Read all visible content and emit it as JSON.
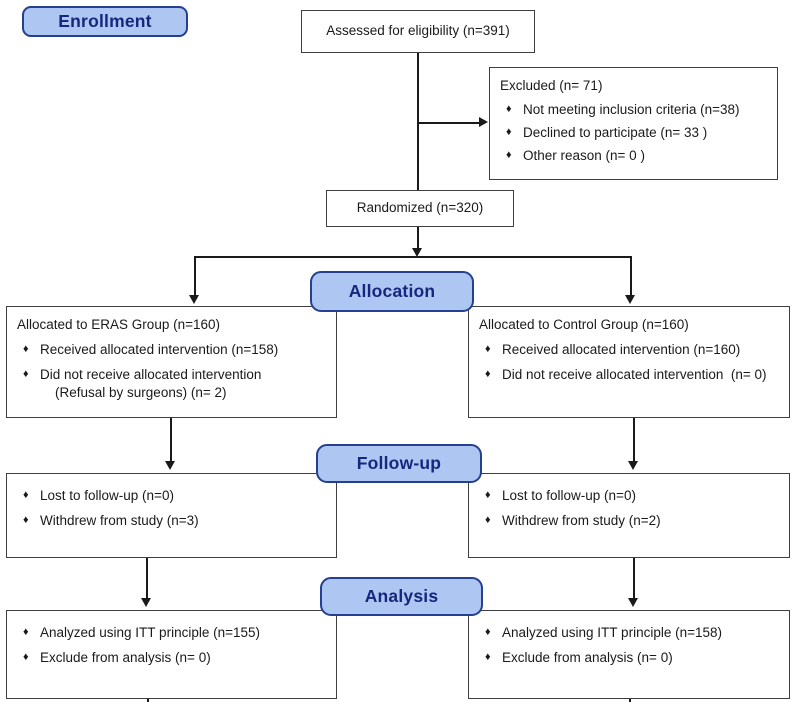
{
  "glyphs": {
    "bullet": "♦"
  },
  "colors": {
    "page-bg": "#ffffff",
    "badge-fill": "#aec6f2",
    "badge-border": "#24408e",
    "badge-text": "#16277d",
    "box-bg": "#ffffff",
    "box-border": "#3f3f3f",
    "line": "#1a1a1a",
    "text": "#1a1a1a"
  },
  "stages": {
    "enrollment": "Enrollment",
    "allocation": "Allocation",
    "followup": "Follow-up",
    "analysis": "Analysis"
  },
  "boxes": {
    "assessed": {
      "title": "Assessed for eligibility (n=391)"
    },
    "excluded": {
      "title": "Excluded (n= 71)",
      "items": [
        "Not meeting inclusion criteria (n=38)",
        "Declined to participate (n= 33 )",
        "Other reason (n= 0 )"
      ]
    },
    "randomized": {
      "title": "Randomized (n=320)"
    },
    "allocation_left": {
      "title": "Allocated to ERAS Group (n=160)",
      "items": [
        "Received allocated intervention (n=158)",
        "Did not receive allocated intervention\n    (Refusal by surgeons) (n= 2)"
      ]
    },
    "allocation_right": {
      "title": "Allocated to Control Group (n=160)",
      "items": [
        "Received allocated intervention (n=160)",
        "Did not receive allocated intervention  (n= 0)"
      ]
    },
    "followup_left": {
      "items": [
        "Lost to follow-up (n=0)",
        "Withdrew from study (n=3)"
      ]
    },
    "followup_right": {
      "items": [
        "Lost to follow-up (n=0)",
        "Withdrew from study (n=2)"
      ]
    },
    "analysis_left": {
      "items": [
        "Analyzed using ITT principle (n=155)",
        "Exclude from analysis (n= 0)"
      ]
    },
    "analysis_right": {
      "items": [
        "Analyzed using ITT principle (n=158)",
        "Exclude from analysis (n= 0)"
      ]
    }
  }
}
